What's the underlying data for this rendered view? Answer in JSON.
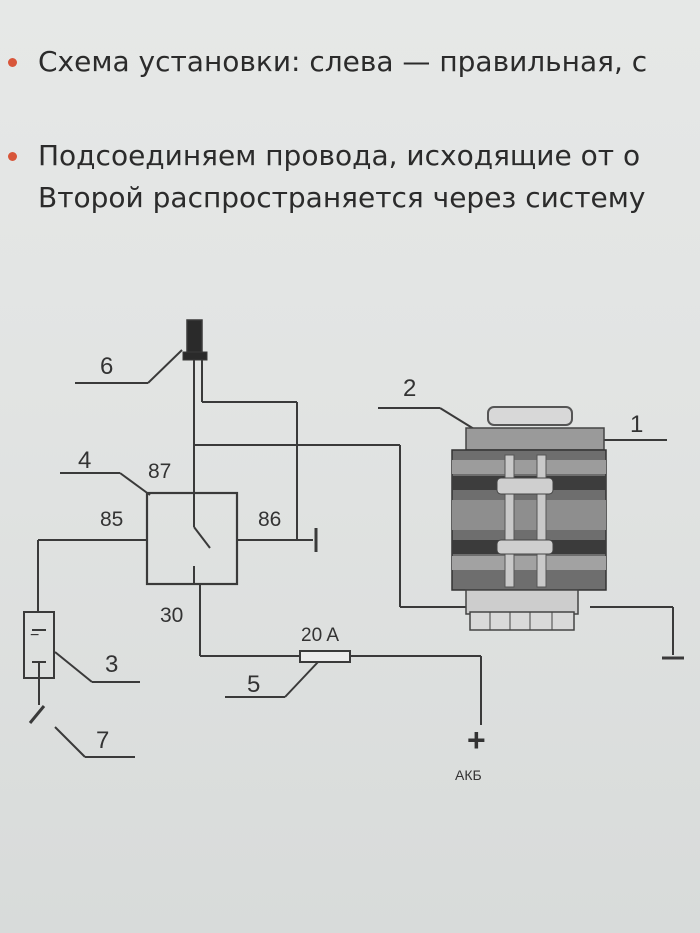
{
  "bullets": [
    {
      "line1": "Схема установки: слева — правильная, с"
    },
    {
      "line1": "Подсоединяем провода, исходящие от о",
      "line2": "Второй распространяется через систему"
    }
  ],
  "diagram": {
    "labels": {
      "n1": "1",
      "n2": "2",
      "n3": "3",
      "n4": "4",
      "n5": "5",
      "n6": "6",
      "n7": "7",
      "pin87": "87",
      "pin85": "85",
      "pin86": "86",
      "pin30": "30",
      "fuse": "20 A",
      "plus": "+",
      "minus": "−",
      "battery": "АКБ"
    }
  },
  "colors": {
    "bullet": "#d8563a",
    "text": "#2b2b2b",
    "line": "#3a3a3a"
  }
}
